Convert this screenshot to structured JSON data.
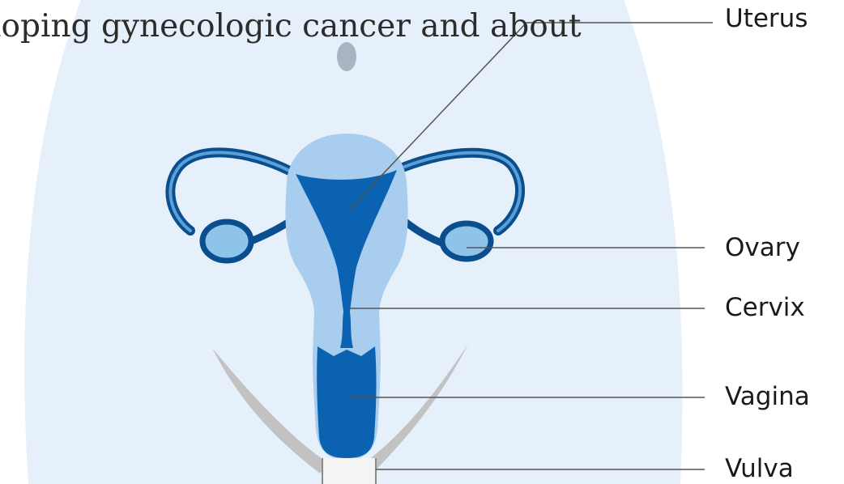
{
  "overlay_text": "eloping gynecologic cancer and about",
  "labels": {
    "uterus": "Uterus",
    "ovary": "Ovary",
    "cervix": "Cervix",
    "vagina": "Vagina",
    "vulva": "Vulva"
  },
  "colors": {
    "body_background": "#e6f0fa",
    "organ_light": "#a9cdee",
    "organ_dark": "#0b62b0",
    "tube_outline": "#0a4e8e",
    "ovary_fill": "#8ec3ea",
    "pelvis": "#c2c2c2",
    "leader_line": "#555555"
  }
}
